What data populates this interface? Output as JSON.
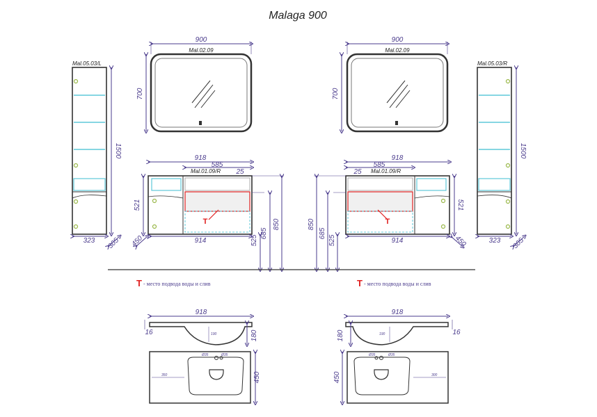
{
  "title": "Malaga 900",
  "mirror": {
    "width": "900",
    "height": "700",
    "code": "Mal.02.09"
  },
  "cabinet": {
    "code_left": "Mal.05.03/L",
    "code_right": "Mal.05.03/R",
    "height": "1500",
    "width": "323",
    "depth": "305"
  },
  "vanity": {
    "top_width": "918",
    "drawer_width": "585",
    "code": "Mal.01.09/R",
    "offset": "25",
    "height": "521",
    "depth": "450",
    "body_width": "914",
    "floor_525": "525",
    "floor_685": "685",
    "floor_850": "850"
  },
  "legend": {
    "mark": "T",
    "text": "- место подвода воды и слив"
  },
  "basin": {
    "width": "918",
    "rim": "16",
    "depth": "180",
    "plan_depth": "450",
    "d_hole1": "Ø35",
    "d_hole2": "Ø35",
    "inner_dim": "350",
    "bowl_dim": "190",
    "side_dim": "300"
  },
  "colors": {
    "dim": "#4a3b8c",
    "line": "#333333",
    "water": "#e02020",
    "glass": "#5fc8d8",
    "knob": "#9ab84a"
  }
}
